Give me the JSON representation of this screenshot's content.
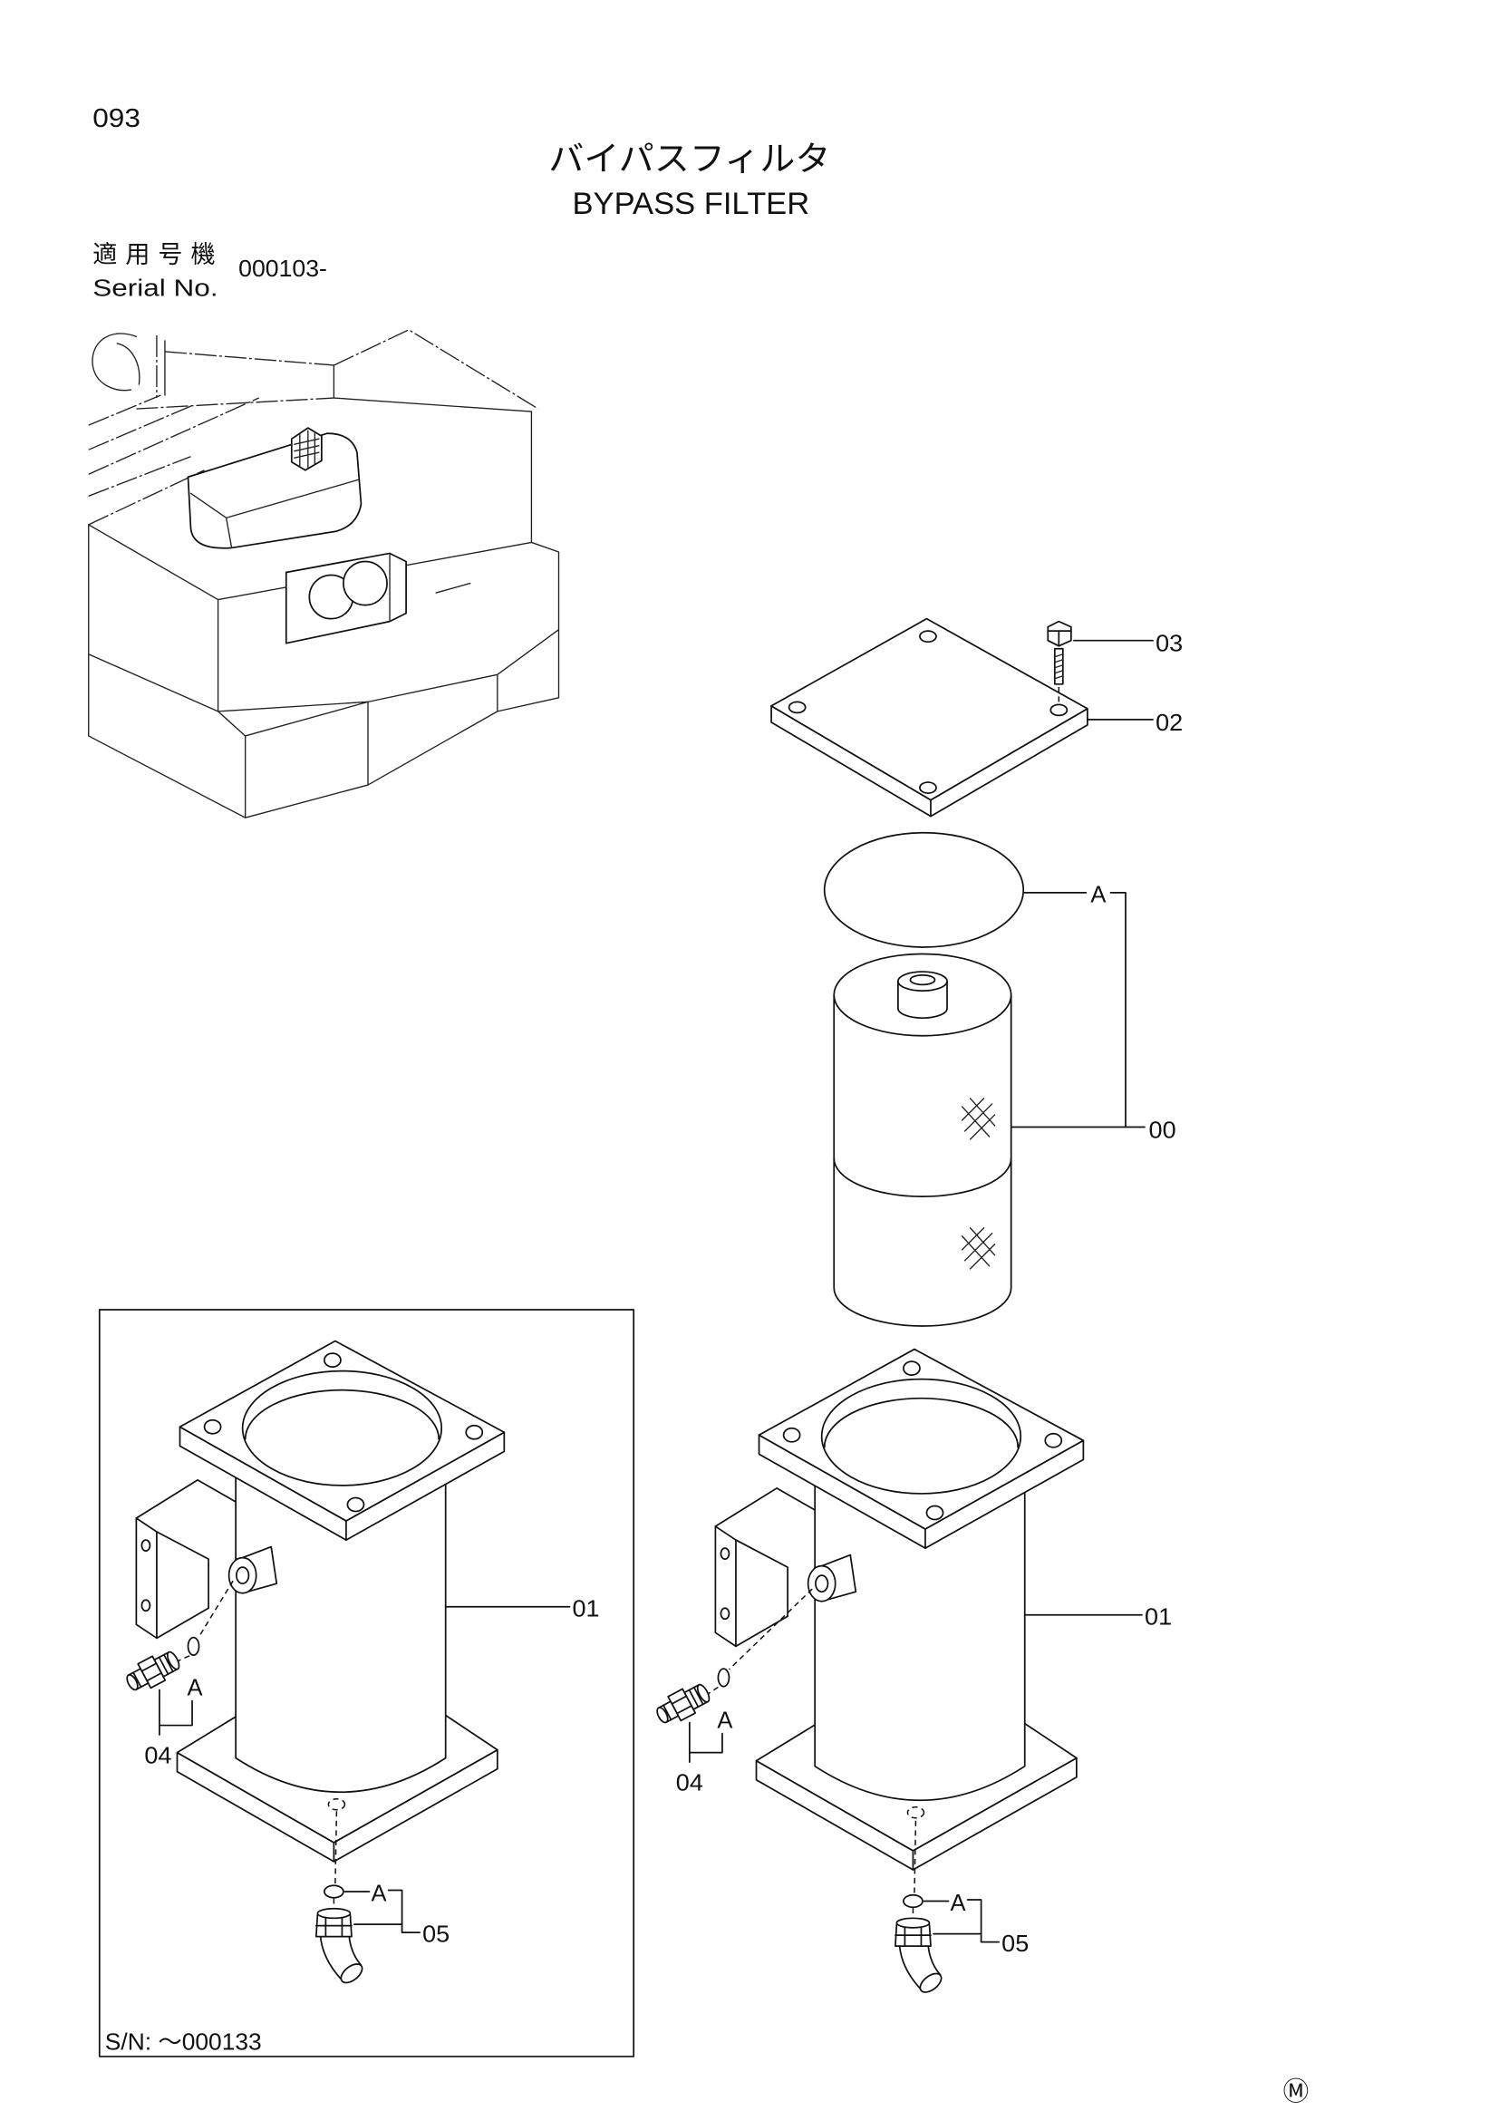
{
  "header": {
    "page_number": "093",
    "title_ja": "バイパスフィルタ",
    "title_en": "BYPASS FILTER"
  },
  "serial": {
    "label_ja": "適用号機",
    "label_en": "Serial No.",
    "value": "000103-"
  },
  "main_view": {
    "bolt": "03",
    "cover": "02",
    "o_ring": "A",
    "element": "00",
    "housing": "01",
    "port_o_ring": "A",
    "connector": "04",
    "drain_o_ring": "A",
    "drain_plug": "05"
  },
  "inset_view": {
    "housing": "01",
    "port_o_ring": "A",
    "connector": "04",
    "drain_o_ring": "A",
    "drain_plug": "05",
    "serial_note": "S/N: ～000133"
  },
  "footer": {
    "mark": "Ⓜ"
  }
}
